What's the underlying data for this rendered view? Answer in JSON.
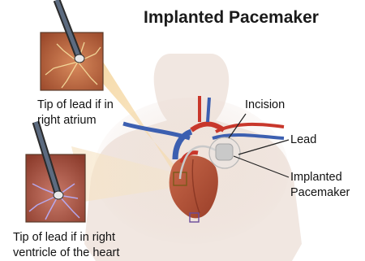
{
  "title": "Implanted Pacemaker",
  "labels": {
    "incision": "Incision",
    "lead": "Lead",
    "implanted_pacemaker_line1": "Implanted",
    "implanted_pacemaker_line2": "Pacemaker",
    "atrium_line1": "Tip of lead if in",
    "atrium_line2": "right atrium",
    "ventricle_line1": "Tip of lead if in right",
    "ventricle_line2": "ventricle of the heart"
  },
  "colors": {
    "skin": "#e8d8cf",
    "heart": "#b5563c",
    "vein": "#3c5fb0",
    "artery": "#c8372b",
    "callout": "#e2a85a",
    "pacemaker": "#c9c9c9"
  }
}
